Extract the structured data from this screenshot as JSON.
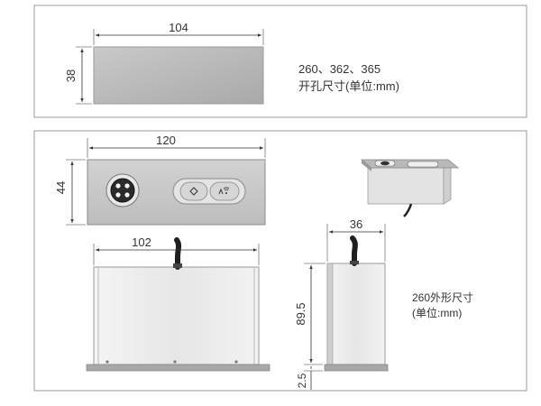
{
  "top_panel": {
    "width_label": "104",
    "height_label": "38",
    "models": "260、362、365",
    "cutout_note": "开孔尺寸(单位:mm)"
  },
  "bottom_panel": {
    "front": {
      "width_label": "120",
      "height_label": "44"
    },
    "body": {
      "width_label": "102"
    },
    "side": {
      "width_label": "36",
      "height_label": "89.5",
      "flange_label": "2.5"
    },
    "note_line1": "260外形尺寸",
    "note_line2": "(单位:mm)"
  },
  "colors": {
    "frame": "#8a8a8a",
    "panel_fill": "#eeeeee",
    "metal_dark": "#9e9e9e",
    "text": "#333333"
  },
  "icons": [
    "power-socket-icon",
    "diamond-icon",
    "network-icon"
  ]
}
